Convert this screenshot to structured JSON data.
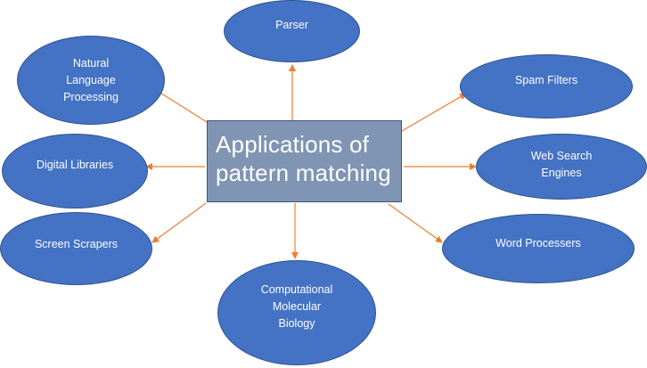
{
  "diagram": {
    "type": "mind-map",
    "center": {
      "lines": [
        "Applications of",
        "pattern matching"
      ]
    },
    "colors": {
      "node_fill": "#4472c4",
      "node_border": "#2f528f",
      "center_fill": "#8094b3",
      "center_border": "#3a5584",
      "arrow": "#ed7d31",
      "text": "#ffffff"
    },
    "nodes": [
      {
        "id": "nlp",
        "label": "Natural\nLanguage\nProcessing"
      },
      {
        "id": "parser",
        "label": "Parser"
      },
      {
        "id": "spam",
        "label": "Spam Filters"
      },
      {
        "id": "digital-libraries",
        "label": "Digital Libraries"
      },
      {
        "id": "web-search",
        "label": "Web Search\nEngines"
      },
      {
        "id": "screen-scrapers",
        "label": "Screen Scrapers"
      },
      {
        "id": "word-processers",
        "label": "Word Processers"
      },
      {
        "id": "comp-bio",
        "label": "Computational\nMolecular\nBiology"
      }
    ],
    "edges": [
      {
        "from": "center",
        "to": "nlp"
      },
      {
        "from": "center",
        "to": "parser"
      },
      {
        "from": "center",
        "to": "spam"
      },
      {
        "from": "center",
        "to": "digital-libraries"
      },
      {
        "from": "center",
        "to": "web-search"
      },
      {
        "from": "center",
        "to": "screen-scrapers"
      },
      {
        "from": "center",
        "to": "word-processers"
      },
      {
        "from": "center",
        "to": "comp-bio"
      }
    ]
  }
}
